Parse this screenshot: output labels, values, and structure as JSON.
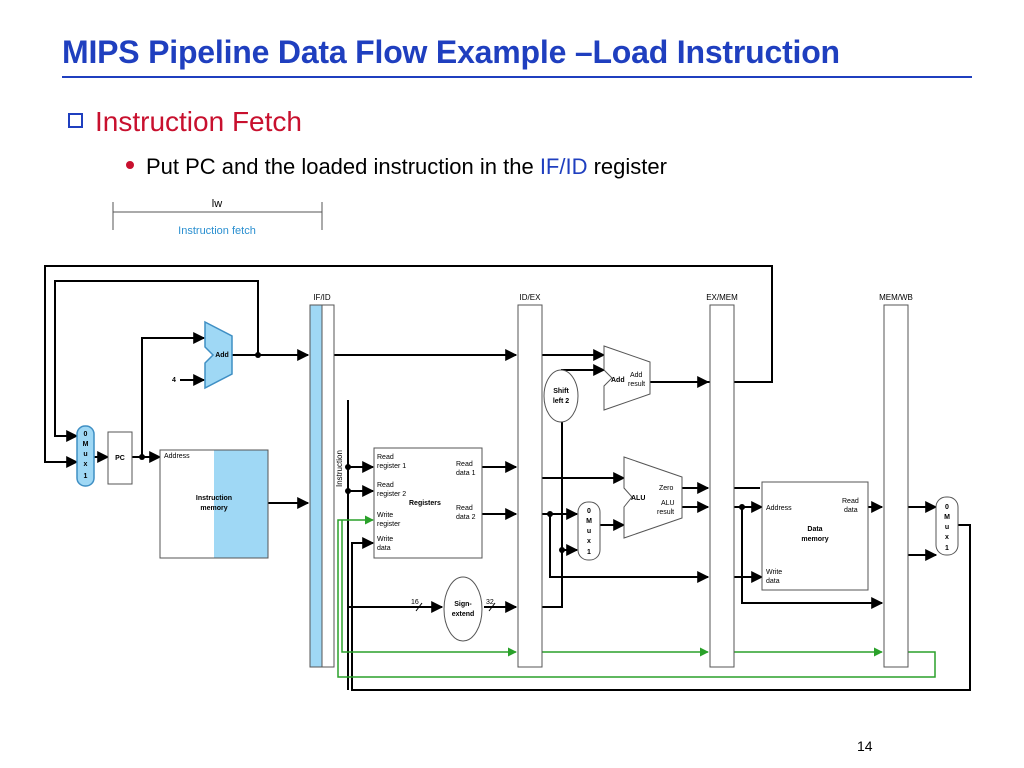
{
  "slide": {
    "title": "MIPS Pipeline Data Flow Example –Load Instruction",
    "bullet1": "Instruction Fetch",
    "bullet2_before": "Put PC and the loaded instruction in the ",
    "bullet2_highlight": "IF/ID",
    "bullet2_after": " register",
    "page_number": "14"
  },
  "diagram": {
    "stage_instruction": "lw",
    "stage_label": "Instruction fetch",
    "registers": {
      "if_id": "IF/ID",
      "id_ex": "ID/EX",
      "ex_mem": "EX/MEM",
      "mem_wb": "MEM/WB"
    },
    "if_id_output": "Instruction",
    "mux_left": [
      "0",
      "M",
      "u",
      "x",
      "1"
    ],
    "mux_ex": [
      "0",
      "M",
      "u",
      "x",
      "1"
    ],
    "mux_wb": [
      "0",
      "M",
      "u",
      "x",
      "1"
    ],
    "pc": "PC",
    "constant_4": "4",
    "adder_if": "Add",
    "adder_ex": "Add",
    "adder_ex_result": [
      "Add",
      "result"
    ],
    "shift": [
      "Shift",
      "left 2"
    ],
    "instruction_memory": {
      "address": "Address",
      "name": [
        "Instruction",
        "memory"
      ]
    },
    "register_file": {
      "read_reg1": [
        "Read",
        "register 1"
      ],
      "read_reg2": [
        "Read",
        "register 2"
      ],
      "write_reg": [
        "Write",
        "register"
      ],
      "write_data": [
        "Write",
        "data"
      ],
      "read_data1": [
        "Read",
        "data 1"
      ],
      "read_data2": [
        "Read",
        "data 2"
      ],
      "name": "Registers"
    },
    "sign_extend": [
      "Sign-",
      "extend"
    ],
    "width_in": "16",
    "width_out": "32",
    "alu": {
      "name": "ALU",
      "zero": "Zero",
      "result": [
        "ALU",
        "result"
      ]
    },
    "data_memory": {
      "address": "Address",
      "read_data": [
        "Read",
        "data"
      ],
      "write_data": [
        "Write",
        "data"
      ],
      "name": [
        "Data",
        "memory"
      ]
    },
    "colors": {
      "highlight": "#9fd8f5",
      "highlight_stroke": "#3f8fc4",
      "title": "#1f3fbf",
      "bullet": "#c8102e",
      "green_path": "#2aa12a"
    }
  }
}
